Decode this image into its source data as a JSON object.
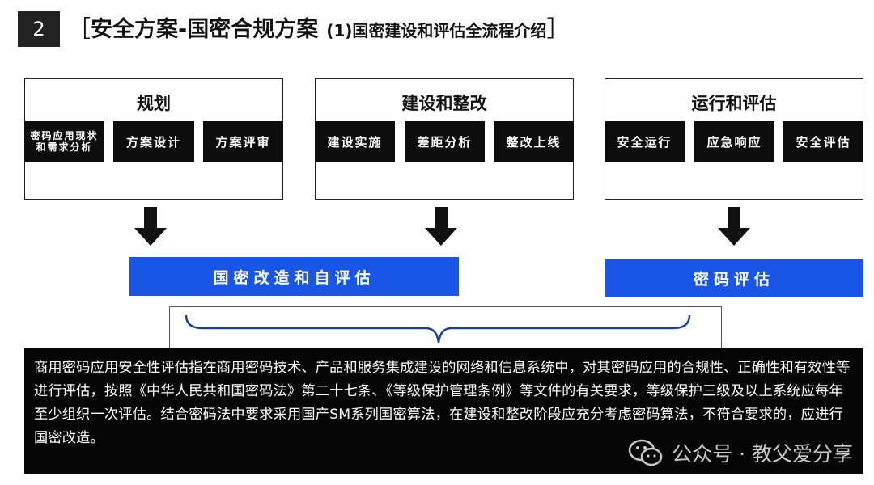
{
  "header": {
    "number": "2",
    "bracket_open": "［",
    "title_main": "安全方案-国密合规方案",
    "title_sub": "(1)国密建设和评估全流程介绍",
    "bracket_close": "］"
  },
  "phases": [
    {
      "title": "规划",
      "steps": [
        "密码应用现状和需求分析",
        "方案设计",
        "方案评审"
      ]
    },
    {
      "title": "建设和整改",
      "steps": [
        "建设实施",
        "差距分析",
        "整改上线"
      ]
    },
    {
      "title": "运行和评估",
      "steps": [
        "安全运行",
        "应急响应",
        "安全评估"
      ]
    }
  ],
  "outcomes": {
    "left": "国密改造和自评估",
    "right": "密码评估"
  },
  "description": "商用密码应用安全性评估指在商用密码技术、产品和服务集成建设的网络和信息系统中，对其密码应用的合规性、正确性和有效性等进行评估，按照《中华人民共和国密码法》第二十七条、《等级保护管理条例》等文件的有关要求，等级保护三级及以上系统应每年至少组织一次评估。结合密码法中要求采用国产SM系列国密算法，在建设和整改阶段应充分考虑密码算法，不符合要求的，应进行国密改造。",
  "watermark": {
    "text": "公众号 · 教父爱分享",
    "icon": "wechat-icon"
  },
  "colors": {
    "accent_blue": "#1a56e6",
    "step_black": "#0d0d0d"
  }
}
